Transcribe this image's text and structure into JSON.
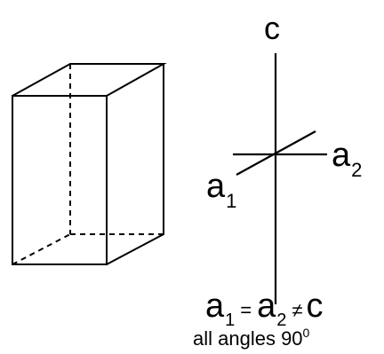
{
  "figure": {
    "axes": {
      "c_label": "c",
      "a1_label": "a",
      "a1_subscript": "1",
      "a2_label": "a",
      "a2_subscript": "2"
    },
    "relation": {
      "a1": "a",
      "a1_sub": "1",
      "eq": "=",
      "a2": "a",
      "a2_sub": "2",
      "neq": "≠",
      "c": "c"
    },
    "caption": {
      "text": "all angles 90",
      "superscript": "0"
    }
  }
}
